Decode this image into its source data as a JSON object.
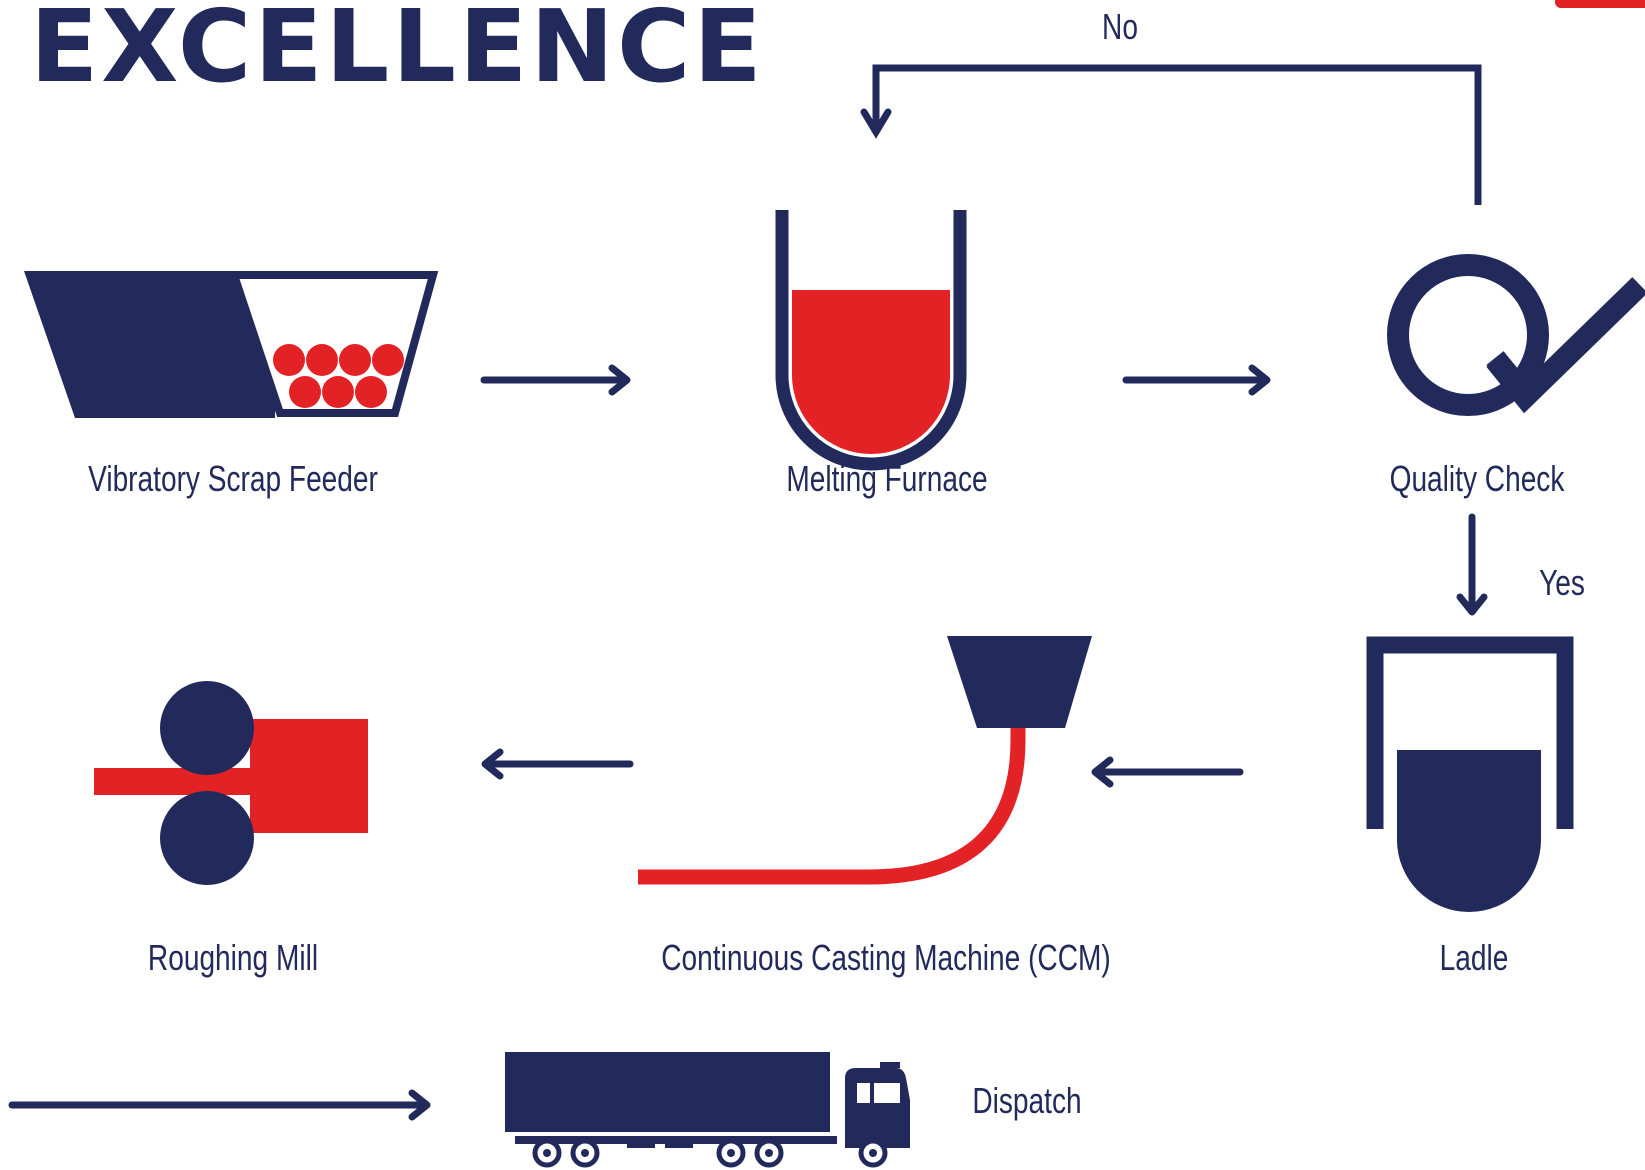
{
  "heading": "EXCELLENCE",
  "colors": {
    "navy": "#222a5c",
    "red": "#e32226"
  },
  "steps": {
    "feeder": {
      "label": "Vibratory Scrap Feeder",
      "icon": "scrap-feeder-icon"
    },
    "furnace": {
      "label": "Melting Furnace",
      "icon": "melting-furnace-icon"
    },
    "quality": {
      "label": "Quality Check",
      "icon": "quality-check-icon"
    },
    "ladle": {
      "label": "Ladle",
      "icon": "ladle-icon"
    },
    "ccm": {
      "label": "Continuous Casting Machine (CCM)",
      "icon": "casting-machine-icon"
    },
    "mill": {
      "label": "Roughing Mill",
      "icon": "roughing-mill-icon"
    },
    "dispatch": {
      "label": "Dispatch",
      "icon": "truck-icon"
    }
  },
  "decisions": {
    "no": "No",
    "yes": "Yes"
  }
}
